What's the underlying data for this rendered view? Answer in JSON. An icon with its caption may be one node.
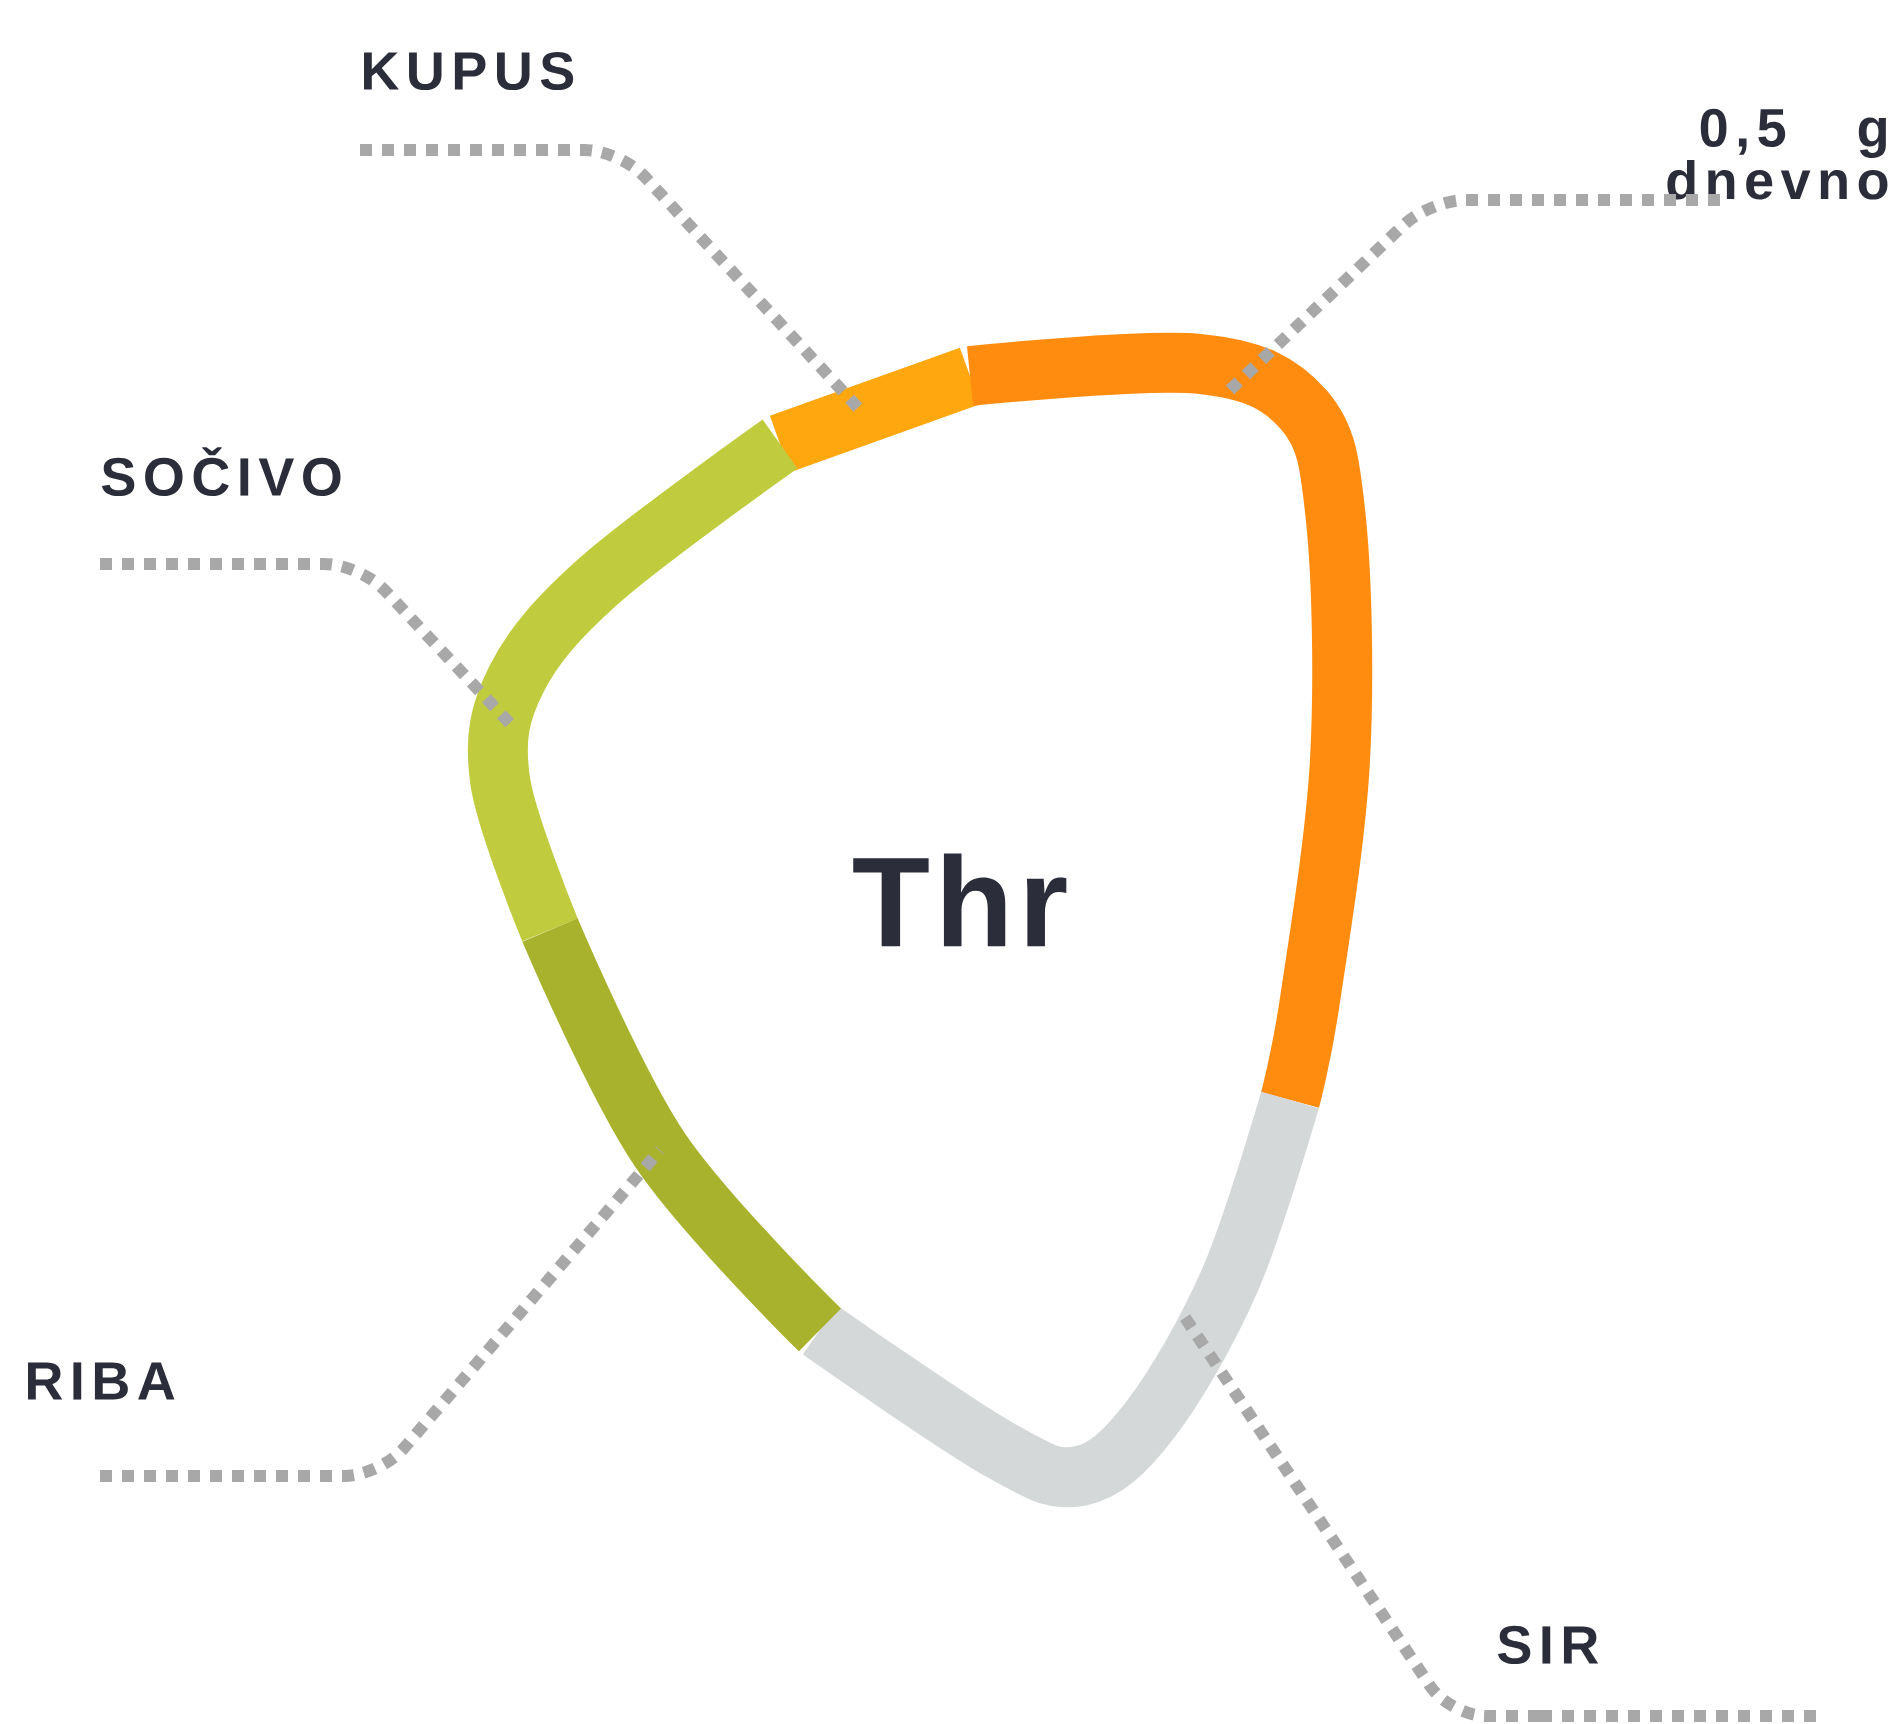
{
  "diagram": {
    "nodes": [
      {
        "text": [
          "KUPUS"
        ]
      },
      {
        "text": [
          "0,5 g dnevno"
        ]
      },
      {
        "text": [
          "SOČIVO"
        ]
      },
      {
        "text": [
          "Thr"
        ]
      },
      {
        "text": [
          "RIBA"
        ]
      },
      {
        "text": [
          "SIR"
        ]
      }
    ],
    "edges": [
      {
        "from": 0,
        "to": null,
        "arrow": "none",
        "style": "dashed"
      },
      {
        "from": 1,
        "to": null,
        "arrow": "none",
        "style": "dashed"
      },
      {
        "from": 2,
        "to": null,
        "arrow": "none",
        "style": "dashed"
      },
      {
        "from": 4,
        "to": null,
        "arrow": "none",
        "style": "dashed"
      },
      {
        "from": 5,
        "to": null,
        "arrow": "none",
        "style": "dashed"
      }
    ]
  }
}
